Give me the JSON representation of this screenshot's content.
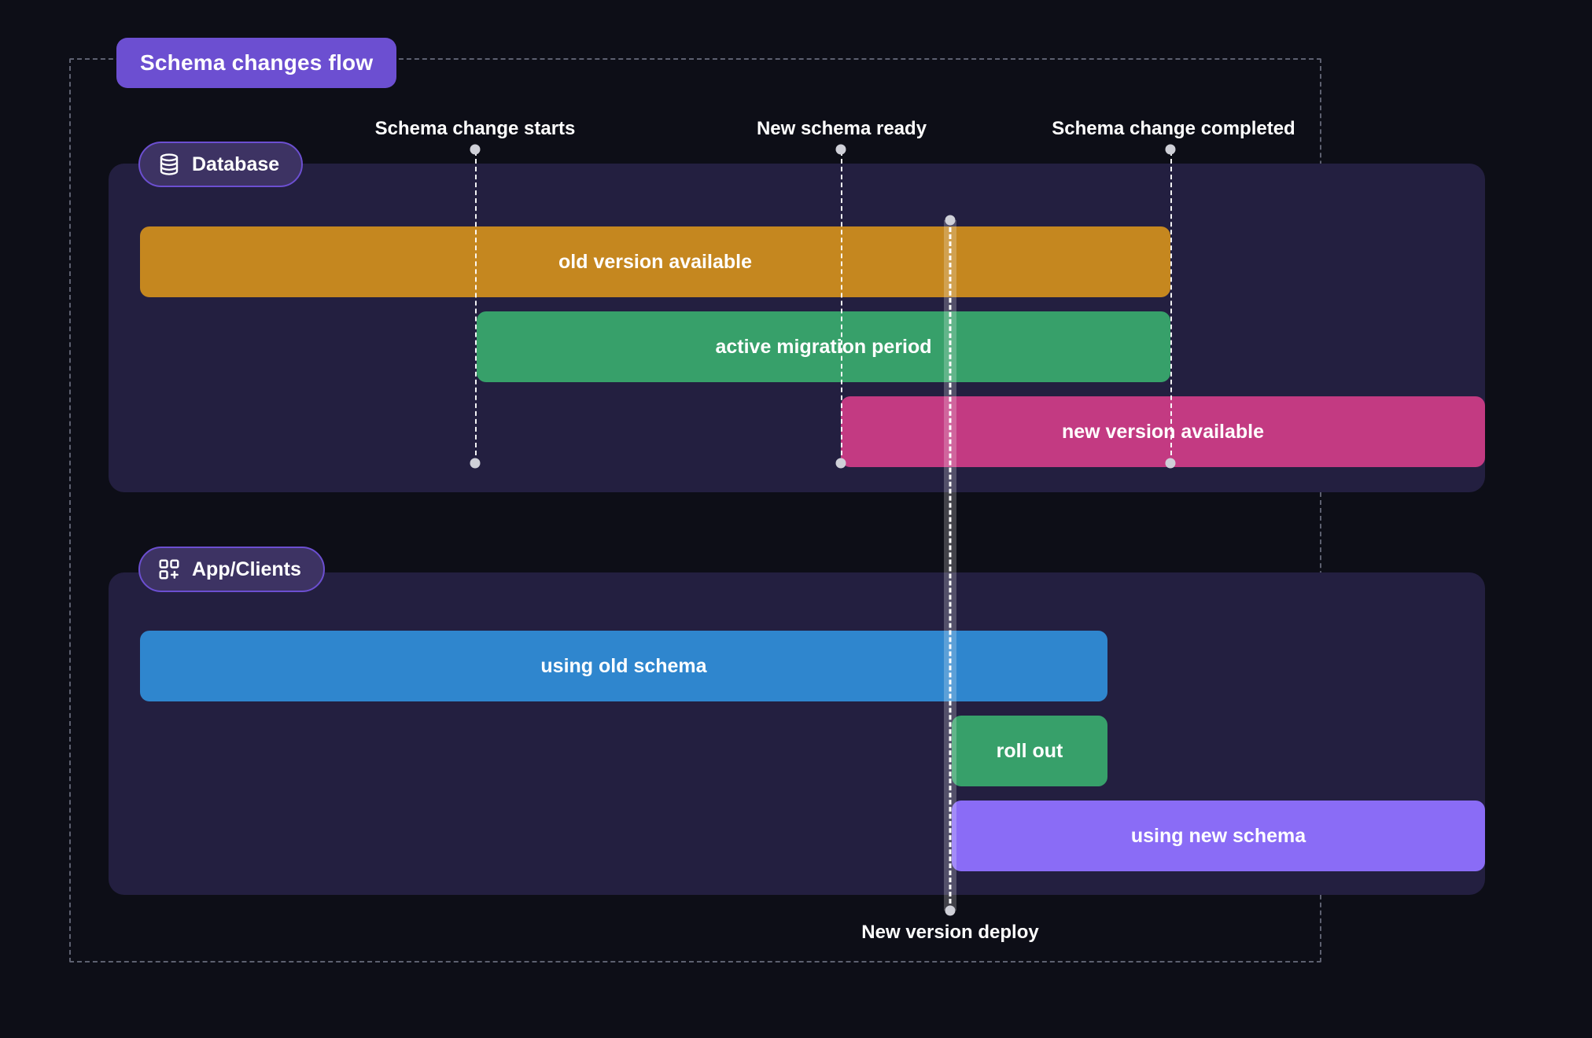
{
  "title": {
    "label": "Schema changes flow",
    "color": "#6c4fd1"
  },
  "background": {
    "page": "#0d0e17",
    "lane": "#231f40",
    "frame_border": "#5d6070"
  },
  "lanes": [
    {
      "id": "database",
      "badge_label": "Database",
      "icon": "database-icon",
      "bars": [
        {
          "id": "old-version-available",
          "label": "old version available",
          "color": "#c5871f"
        },
        {
          "id": "active-migration-period",
          "label": "active migration period",
          "color": "#37a06a"
        },
        {
          "id": "new-version-available",
          "label": "new version available",
          "color": "#c33a82"
        }
      ]
    },
    {
      "id": "app-clients",
      "badge_label": "App/Clients",
      "icon": "grid-plus-icon",
      "bars": [
        {
          "id": "using-old-schema",
          "label": "using old schema",
          "color": "#2f86ce"
        },
        {
          "id": "roll-out",
          "label": "roll out",
          "color": "#37a06a"
        },
        {
          "id": "using-new-schema",
          "label": "using new schema",
          "color": "#8a6cf6"
        }
      ]
    }
  ],
  "markers": [
    {
      "id": "schema-change-starts",
      "label": "Schema change starts",
      "position": "top"
    },
    {
      "id": "new-schema-ready",
      "label": "New schema ready",
      "position": "top"
    },
    {
      "id": "schema-change-completed",
      "label": "Schema change completed",
      "position": "top"
    },
    {
      "id": "new-version-deploy",
      "label": "New version deploy",
      "position": "bottom"
    }
  ]
}
